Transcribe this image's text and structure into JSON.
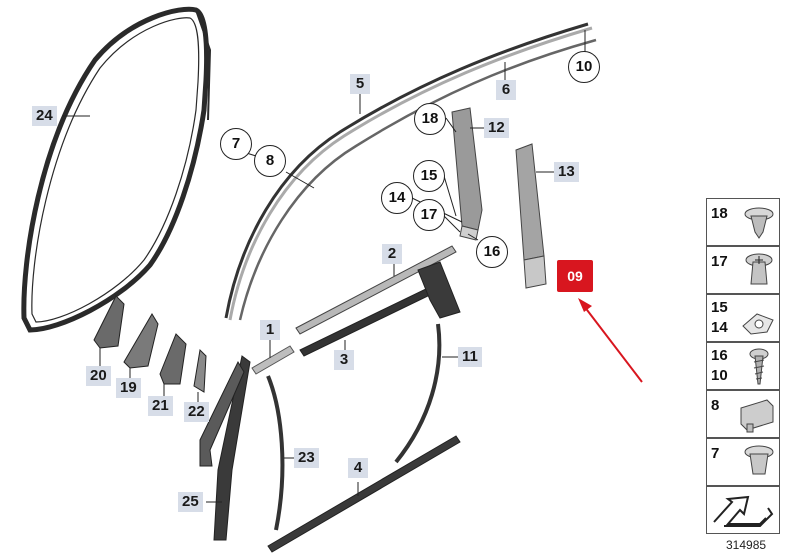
{
  "diagram": {
    "image_number": "314985",
    "highlight_label": "09",
    "labels": [
      {
        "id": "24",
        "style": "box"
      },
      {
        "id": "5",
        "style": "box"
      },
      {
        "id": "6",
        "style": "box"
      },
      {
        "id": "10",
        "style": "circle"
      },
      {
        "id": "7",
        "style": "circle"
      },
      {
        "id": "8",
        "style": "circle"
      },
      {
        "id": "18",
        "style": "circle"
      },
      {
        "id": "12",
        "style": "box"
      },
      {
        "id": "13",
        "style": "box"
      },
      {
        "id": "15",
        "style": "circle"
      },
      {
        "id": "14",
        "style": "circle"
      },
      {
        "id": "17",
        "style": "circle"
      },
      {
        "id": "16",
        "style": "circle"
      },
      {
        "id": "2",
        "style": "box"
      },
      {
        "id": "1",
        "style": "box"
      },
      {
        "id": "3",
        "style": "box"
      },
      {
        "id": "11",
        "style": "box"
      },
      {
        "id": "20",
        "style": "box"
      },
      {
        "id": "19",
        "style": "box"
      },
      {
        "id": "21",
        "style": "box"
      },
      {
        "id": "22",
        "style": "box"
      },
      {
        "id": "23",
        "style": "box"
      },
      {
        "id": "4",
        "style": "box"
      },
      {
        "id": "25",
        "style": "box"
      }
    ],
    "legend": [
      {
        "numbers": [
          "18"
        ],
        "icon": "push-clip-icon"
      },
      {
        "numbers": [
          "17"
        ],
        "icon": "expanding-rivet-icon"
      },
      {
        "numbers": [
          "15",
          "14"
        ],
        "icon": "retaining-plate-icon"
      },
      {
        "numbers": [
          "16",
          "10"
        ],
        "icon": "self-tapping-screw-icon"
      },
      {
        "numbers": [
          "8"
        ],
        "icon": "bracket-clip-icon"
      },
      {
        "numbers": [
          "7"
        ],
        "icon": "spreading-clip-icon"
      },
      {
        "numbers": [],
        "icon": "direction-arrow-icon"
      }
    ]
  }
}
